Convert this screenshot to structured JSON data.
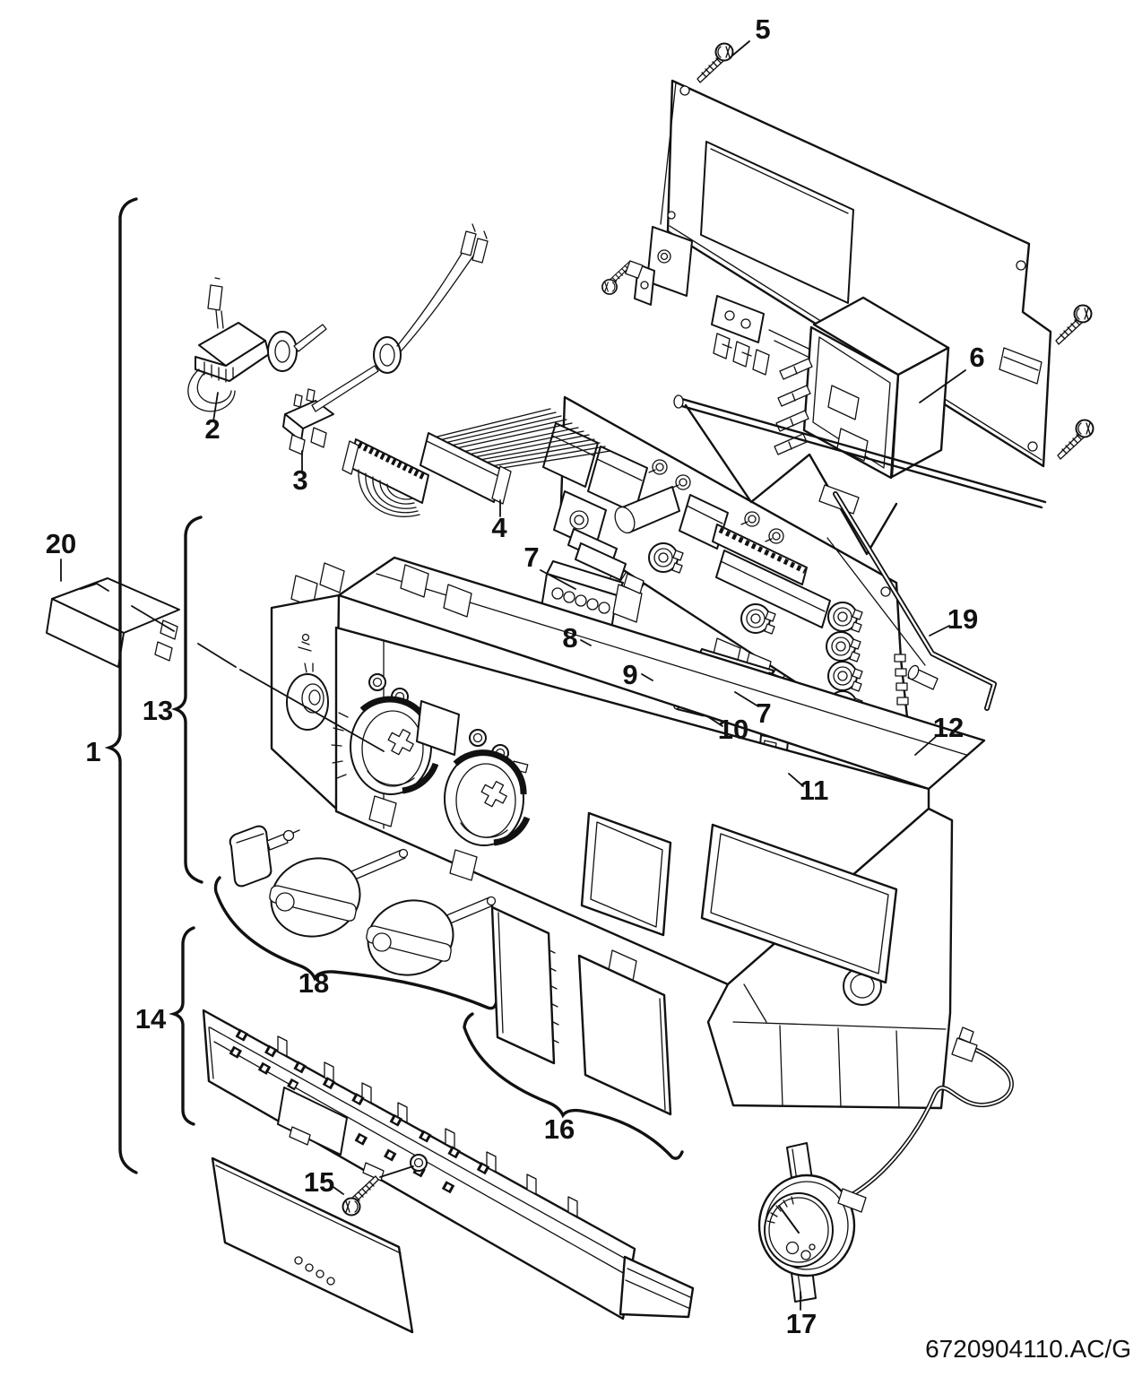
{
  "diagram": {
    "kind": "exploded-parts-diagram",
    "document_code": "6720904110.AC/G",
    "colors": {
      "line": "#111111",
      "background": "#ffffff"
    },
    "callouts": [
      {
        "label": "1"
      },
      {
        "label": "2"
      },
      {
        "label": "3"
      },
      {
        "label": "4"
      },
      {
        "label": "5"
      },
      {
        "label": "6"
      },
      {
        "label": "7"
      },
      {
        "label": "8"
      },
      {
        "label": "9"
      },
      {
        "label": "10"
      },
      {
        "label": "11"
      },
      {
        "label": "12"
      },
      {
        "label": "13"
      },
      {
        "label": "14"
      },
      {
        "label": "15"
      },
      {
        "label": "16"
      },
      {
        "label": "17"
      },
      {
        "label": "18"
      },
      {
        "label": "19"
      },
      {
        "label": "20"
      }
    ]
  }
}
